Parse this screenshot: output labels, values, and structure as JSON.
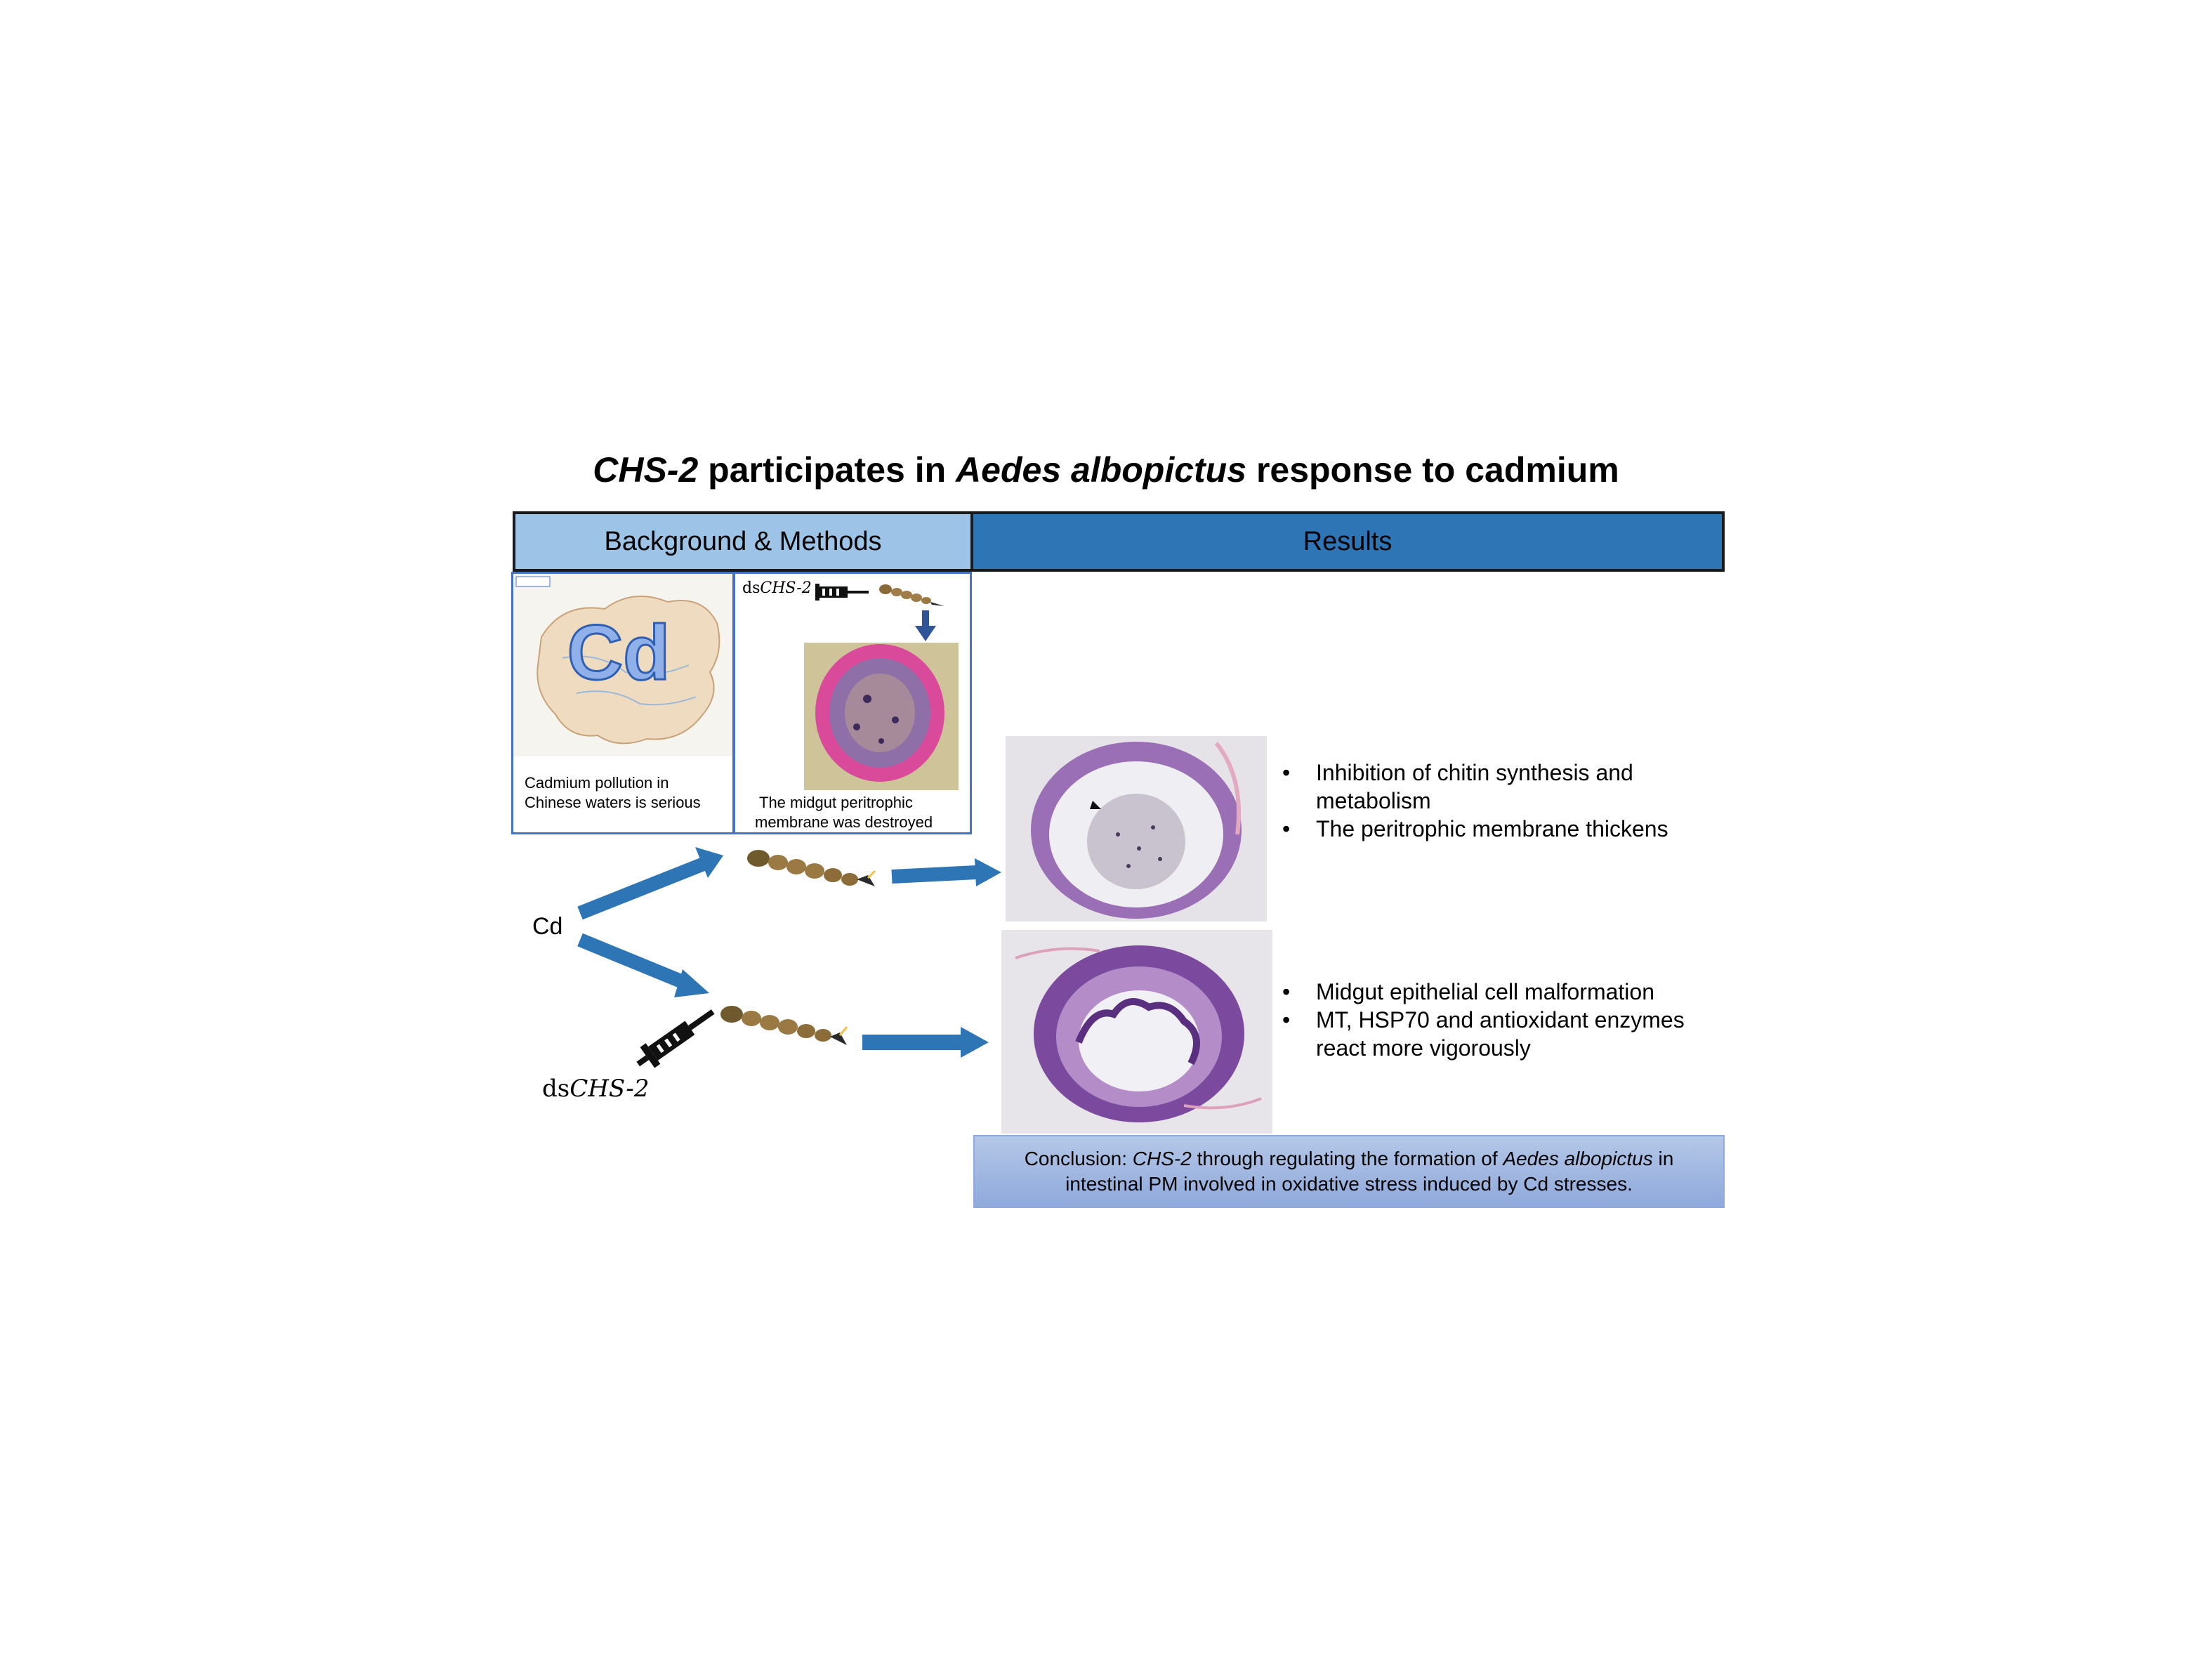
{
  "title": {
    "gene": "CHS-2",
    "mid": " participates in ",
    "species": "Aedes albopictus",
    "end": " response to cadmium"
  },
  "headers": {
    "background": "Background & Methods",
    "results": "Results"
  },
  "background": {
    "map_symbol": "Cd",
    "map_caption_line1": "Cadmium pollution in",
    "map_caption_line2": "Chinese waters is serious",
    "ds_prefix": "ds",
    "ds_gene": "CHS-2",
    "pm_caption_line1": "The midgut peritrophic",
    "pm_caption_line2": "membrane was destroyed"
  },
  "flow": {
    "cd_label": "Cd",
    "ds_prefix": "ds",
    "ds_gene": "CHS-2"
  },
  "results": {
    "top_bullets": [
      "Inhibition of chitin synthesis and metabolism",
      "The peritrophic membrane thickens"
    ],
    "bottom_bullets": [
      "Midgut epithelial cell malformation",
      "MT, HSP70 and antioxidant enzymes react more vigorously"
    ],
    "bullet_symbol": "•"
  },
  "conclusion": {
    "prefix": "Conclusion: ",
    "gene": "CHS-2",
    "text1": " through regulating the formation of ",
    "species": "Aedes albopictus",
    "text2": " in",
    "line2": "intestinal PM involved in oxidative stress induced by Cd stresses."
  },
  "colors": {
    "header_light": "#9dc3e6",
    "header_dark": "#2e75b6",
    "arrow": "#2e75b6",
    "panel_border": "#4472c4",
    "conclusion_bg": "#b4c7e7"
  }
}
